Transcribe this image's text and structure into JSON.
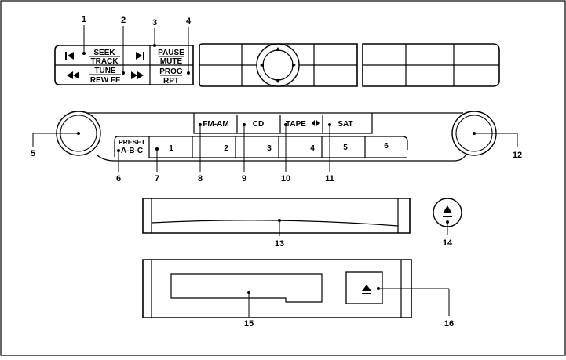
{
  "controls": {
    "seek_track": {
      "line1": "SEEK",
      "line2": "TRACK"
    },
    "tune_rew_ff": {
      "line1": "TUNE",
      "line2": "REW FF"
    },
    "pause_mute": {
      "line1": "PAUSE",
      "line2": "MUTE"
    },
    "prog_rpt": {
      "line1": "PROG",
      "line2": "RPT"
    },
    "source_buttons": [
      "FM-AM",
      "CD",
      "TAPE",
      "SAT"
    ],
    "preset_label": "PRESET",
    "preset_abc": "A-B-C",
    "presets": [
      "1",
      "2",
      "3",
      "4",
      "5",
      "6"
    ]
  },
  "callouts": [
    "1",
    "2",
    "3",
    "4",
    "5",
    "6",
    "7",
    "8",
    "9",
    "10",
    "11",
    "12",
    "13",
    "14",
    "15",
    "16"
  ],
  "icons": {
    "seek_prev": "skip-back-icon",
    "seek_next": "skip-forward-icon",
    "rewind": "rewind-icon",
    "fast_forward": "fast-forward-icon",
    "tape_direction": "tape-direction-icon",
    "eject": "eject-icon",
    "joystick": "four-way-arrow-icon"
  }
}
